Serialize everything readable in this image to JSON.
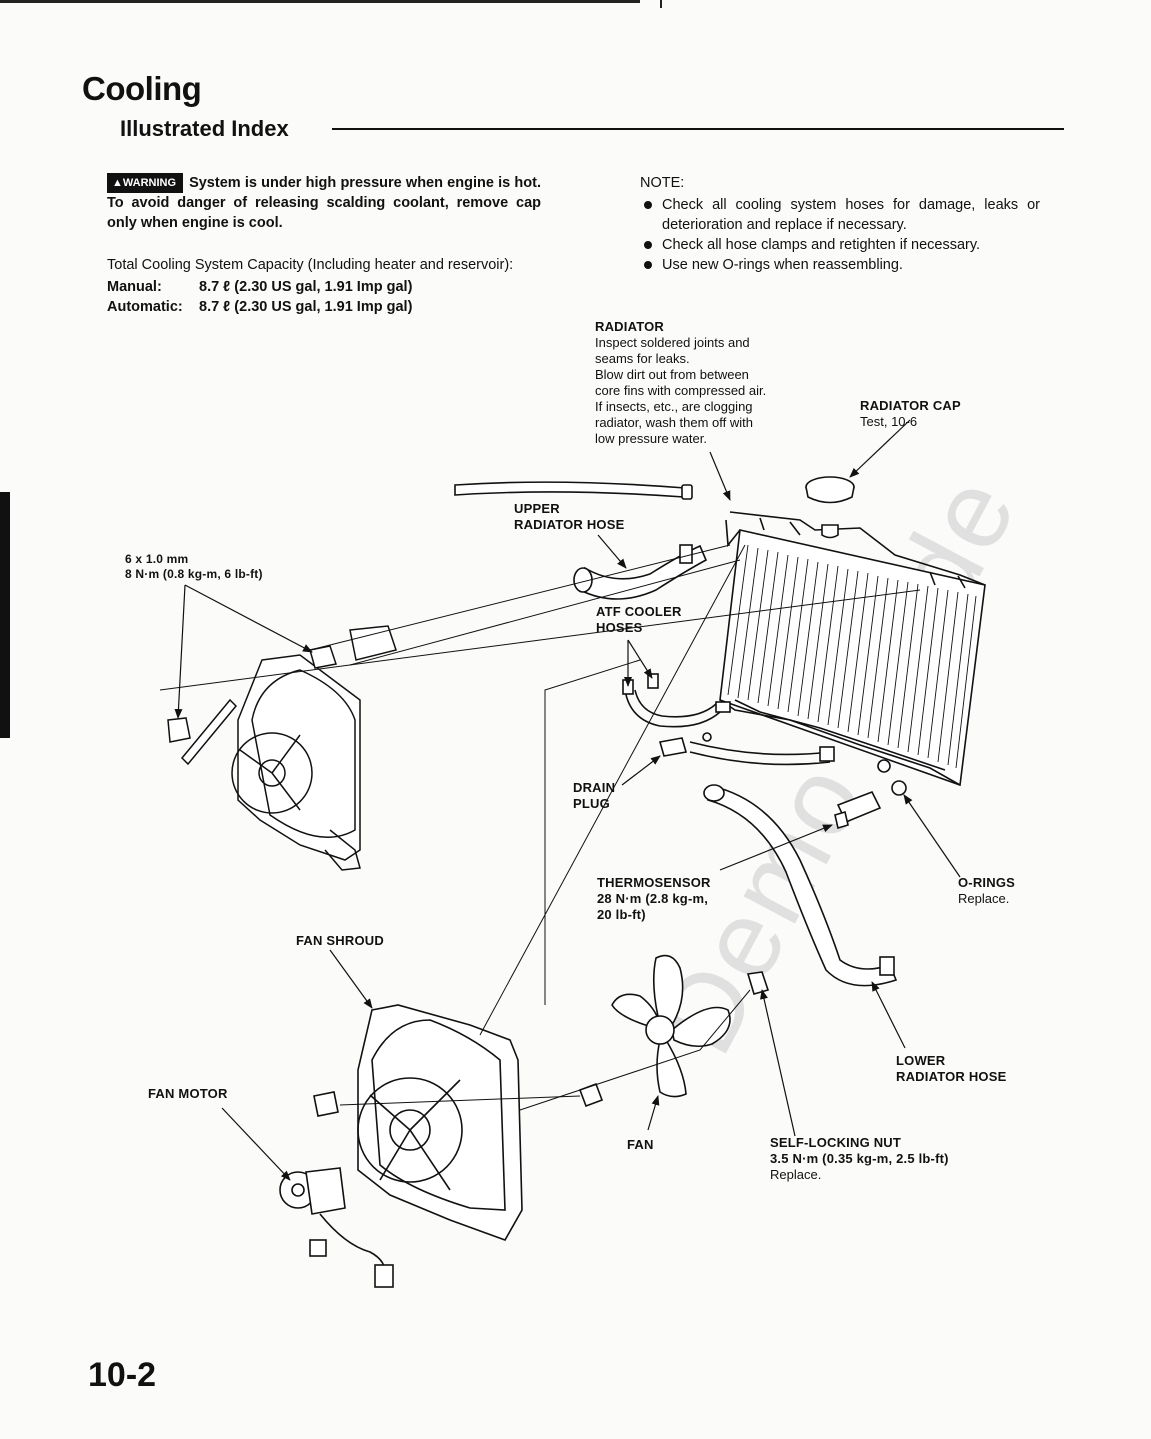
{
  "header": {
    "title": "Cooling",
    "subtitle": "Illustrated Index"
  },
  "warning": {
    "badge": "▲WARNING",
    "text": "System is under high pressure when engine is hot. To avoid danger of releasing scalding coolant, remove cap only when engine is cool."
  },
  "capacity": {
    "title": "Total Cooling System Capacity (Including heater and reservoir):",
    "rows": [
      {
        "label": "Manual:",
        "value": "8.7 ℓ (2.30 US gal, 1.91 Imp gal)"
      },
      {
        "label": "Automatic:",
        "value": "8.7 ℓ (2.30 US gal, 1.91 Imp gal)"
      }
    ]
  },
  "note": {
    "heading": "NOTE:",
    "items": [
      "Check all cooling system hoses for damage, leaks or deterioration and replace if necessary.",
      "Check all hose clamps and retighten if necessary.",
      "Use new O-rings when reassembling."
    ]
  },
  "callouts": {
    "radiator": {
      "title": "RADIATOR",
      "lines": [
        "Inspect soldered joints and",
        "seams for leaks.",
        "Blow dirt out from between",
        "core fins with compressed air.",
        "If insects, etc., are clogging",
        "radiator, wash them off with",
        "low pressure water."
      ]
    },
    "radiator_cap": {
      "title": "RADIATOR CAP",
      "lines": [
        "Test, 10-6"
      ]
    },
    "upper_hose": {
      "title": "UPPER",
      "title2": "RADIATOR HOSE"
    },
    "bolt": {
      "title": "6 x 1.0 mm",
      "title2": "8 N·m (0.8 kg-m, 6 lb-ft)"
    },
    "atf_hoses": {
      "title": "ATF COOLER",
      "title2": "HOSES"
    },
    "drain_plug": {
      "title": "DRAIN",
      "title2": "PLUG"
    },
    "thermosensor": {
      "title": "THERMOSENSOR",
      "title2": "28 N·m (2.8 kg-m,",
      "title3": "20 lb-ft)"
    },
    "o_rings": {
      "title": "O-RINGS",
      "lines": [
        "Replace."
      ]
    },
    "fan_shroud": {
      "title": "FAN SHROUD"
    },
    "fan_motor": {
      "title": "FAN MOTOR"
    },
    "fan": {
      "title": "FAN"
    },
    "lower_hose": {
      "title": "LOWER",
      "title2": "RADIATOR HOSE"
    },
    "self_locking_nut": {
      "title": "SELF-LOCKING NUT",
      "title2": "3.5 N·m (0.35 kg-m, 2.5 lb-ft)",
      "lines": [
        "Replace."
      ]
    }
  },
  "watermark": "Demo mode",
  "page_number": "10-2"
}
